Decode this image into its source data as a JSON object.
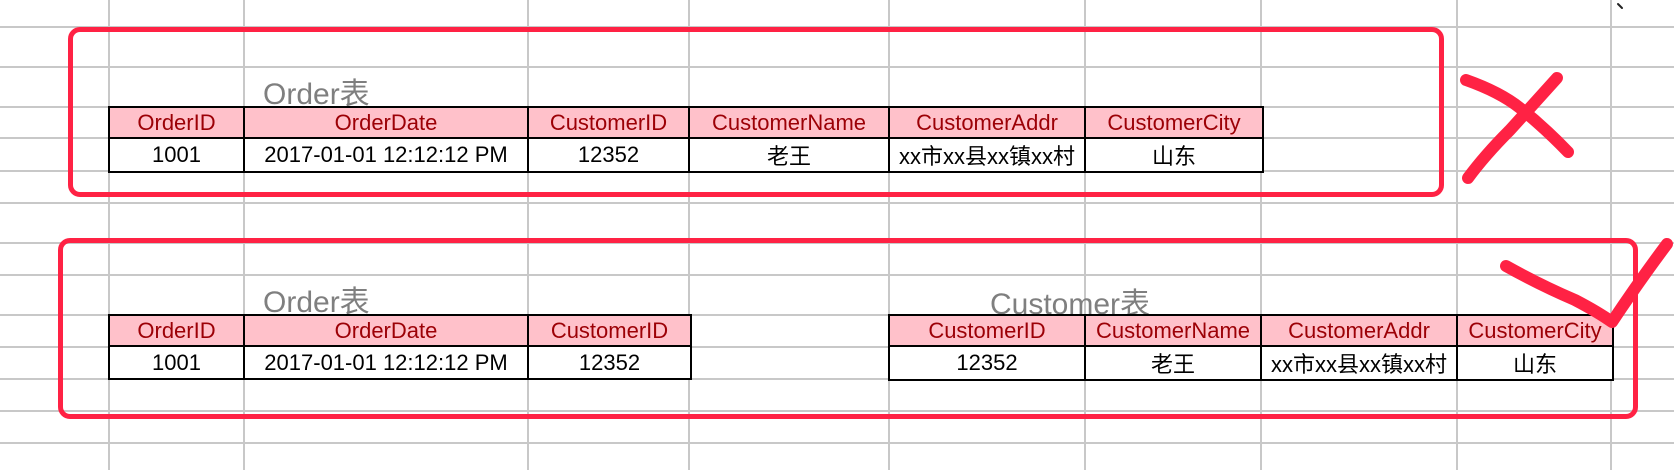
{
  "colors": {
    "header_fill": "#ffc1ca",
    "header_text": "#9c0006",
    "title_text": "#7f7f7f",
    "pen": "#ff2244",
    "gridline": "#c8c8c8"
  },
  "wrong_example": {
    "verdict_icon": "cross-mark",
    "order_table": {
      "title": "Order表",
      "columns": [
        "OrderID",
        "OrderDate",
        "CustomerID",
        "CustomerName",
        "CustomerAddr",
        "CustomerCity"
      ],
      "rows": [
        [
          "1001",
          "2017-01-01  12:12:12 PM",
          "12352",
          "老王",
          "xx市xx县xx镇xx村",
          "山东"
        ]
      ]
    }
  },
  "right_example": {
    "verdict_icon": "check-mark",
    "order_table": {
      "title": "Order表",
      "columns": [
        "OrderID",
        "OrderDate",
        "CustomerID"
      ],
      "rows": [
        [
          "1001",
          "2017-01-01  12:12:12 PM",
          "12352"
        ]
      ]
    },
    "customer_table": {
      "title": "Customer表",
      "columns": [
        "CustomerID",
        "CustomerName",
        "CustomerAddr",
        "CustomerCity"
      ],
      "rows": [
        [
          "12352",
          "老王",
          "xx市xx县xx镇xx村",
          "山东"
        ]
      ]
    }
  }
}
